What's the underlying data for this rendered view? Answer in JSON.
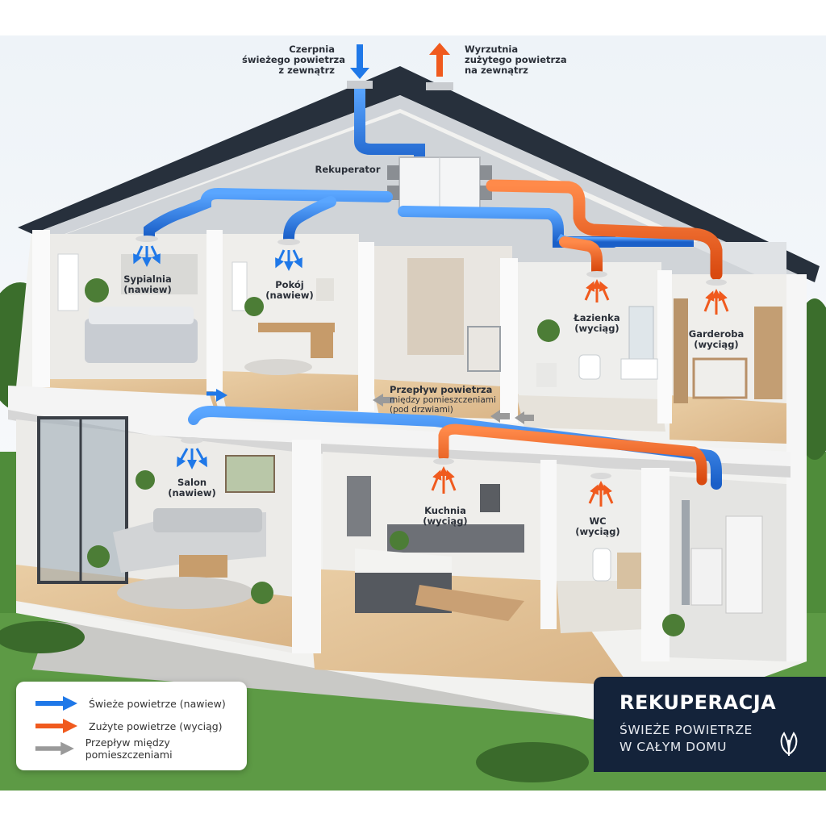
{
  "labels": {
    "intake": {
      "line1": "Czerpnia",
      "line2": "świeżego powietrza",
      "line3": "z zewnątrz"
    },
    "exhaust": {
      "line1": "Wyrzutnia",
      "line2": "zużytego powietrza",
      "line3": "na zewnątrz"
    },
    "rekuperator": "Rekuperator",
    "sypialnia": {
      "name": "Sypialnia",
      "mode": "(nawiew)"
    },
    "pokoj": {
      "name": "Pokój",
      "mode": "(nawiew)"
    },
    "lazienka": {
      "name": "Łazienka",
      "mode": "(wyciąg)"
    },
    "garderoba": {
      "name": "Garderoba",
      "mode": "(wyciąg)"
    },
    "przeplyw": {
      "line1": "Przepływ powietrza",
      "line2": "między pomieszczeniami",
      "line3": "(pod drzwiami)"
    },
    "salon": {
      "name": "Salon",
      "mode": "(nawiew)"
    },
    "kuchnia": {
      "name": "Kuchnia",
      "mode": "(wyciąg)"
    },
    "wc": {
      "name": "WC",
      "mode": "(wyciąg)"
    }
  },
  "legend": [
    {
      "label": "Świeże powietrze (nawiew)",
      "color": "#1f78e8"
    },
    {
      "label": "Zużyte powietrze (wyciąg)",
      "color": "#f05a1e"
    },
    {
      "label": "Przepływ między pomieszczeniami",
      "color": "#9a9a9a"
    }
  ],
  "brand": {
    "title": "REKUPERACJA",
    "subtitle_line1": "ŚWIEŻE POWIETRZE",
    "subtitle_line2": "W CAŁYM DOMU",
    "icon": "leaf-icon"
  },
  "colors": {
    "fresh": "#1f78e8",
    "exhaust": "#f05a1e",
    "transfer": "#9a9a9a",
    "roof": "#27303c",
    "brand_bg": "#14233a"
  }
}
